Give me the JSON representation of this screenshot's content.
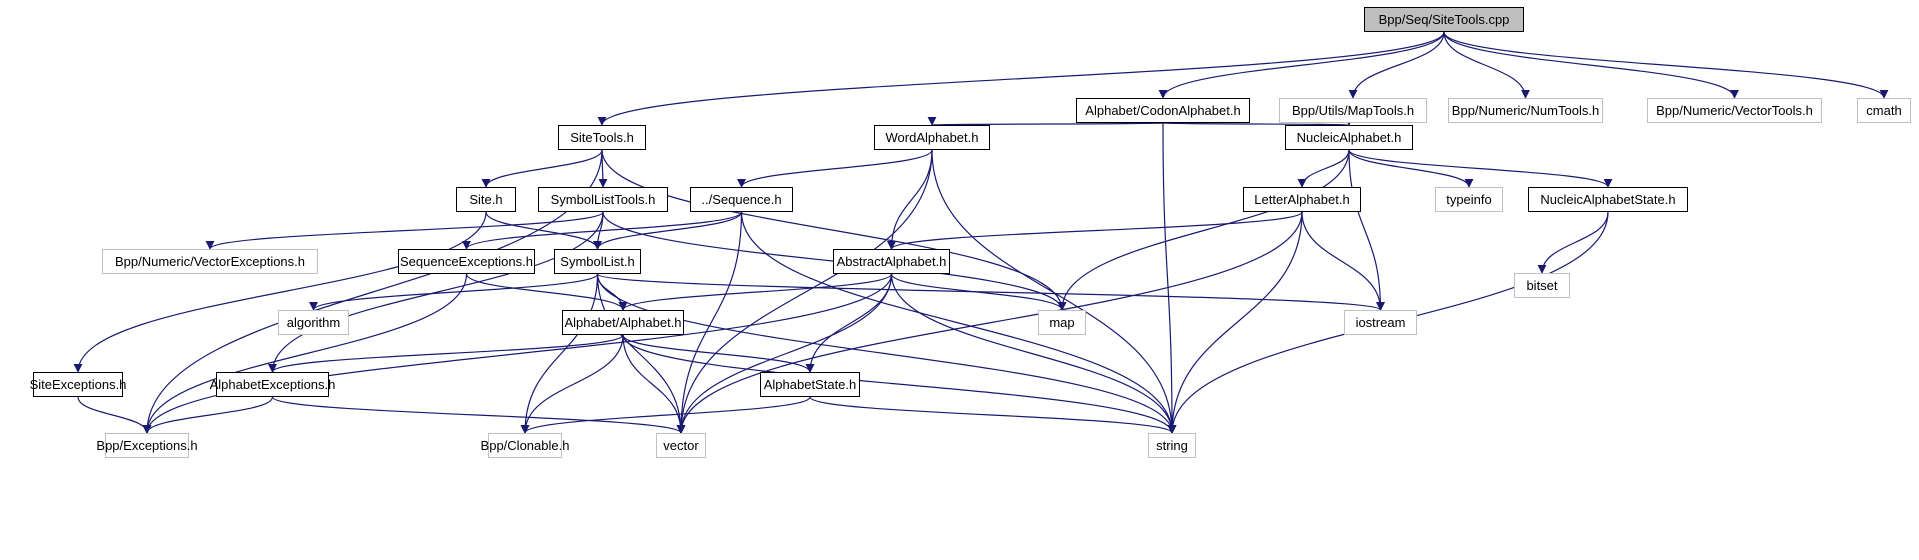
{
  "title": "Include dependency graph for Bpp/Seq/SiteTools.cpp",
  "colors": {
    "edge": "#191970",
    "root_fill": "#bfbfbf",
    "local_border": "#000000",
    "external_border": "#bfbfbf"
  },
  "nodes": [
    {
      "id": "root",
      "label": "Bpp/Seq/SiteTools.cpp",
      "kind": "root"
    },
    {
      "id": "codon",
      "label": "Alphabet/CodonAlphabet.h",
      "kind": "local"
    },
    {
      "id": "maptools",
      "label": "Bpp/Utils/MapTools.h",
      "kind": "external"
    },
    {
      "id": "numtools",
      "label": "Bpp/Numeric/NumTools.h",
      "kind": "external"
    },
    {
      "id": "vectortools",
      "label": "Bpp/Numeric/VectorTools.h",
      "kind": "external"
    },
    {
      "id": "cmath",
      "label": "cmath",
      "kind": "external"
    },
    {
      "id": "sitetools",
      "label": "SiteTools.h",
      "kind": "local"
    },
    {
      "id": "word",
      "label": "WordAlphabet.h",
      "kind": "local"
    },
    {
      "id": "nucleic",
      "label": "NucleicAlphabet.h",
      "kind": "local"
    },
    {
      "id": "site",
      "label": "Site.h",
      "kind": "local"
    },
    {
      "id": "symlisttools",
      "label": "SymbolListTools.h",
      "kind": "local"
    },
    {
      "id": "sequence",
      "label": "../Sequence.h",
      "kind": "local"
    },
    {
      "id": "letter",
      "label": "LetterAlphabet.h",
      "kind": "local"
    },
    {
      "id": "typeinfo",
      "label": "typeinfo",
      "kind": "external"
    },
    {
      "id": "nucstate",
      "label": "NucleicAlphabetState.h",
      "kind": "local"
    },
    {
      "id": "vecexc",
      "label": "Bpp/Numeric/VectorExceptions.h",
      "kind": "external"
    },
    {
      "id": "seqexc",
      "label": "SequenceExceptions.h",
      "kind": "local"
    },
    {
      "id": "symlist",
      "label": "SymbolList.h",
      "kind": "local"
    },
    {
      "id": "abstract",
      "label": "AbstractAlphabet.h",
      "kind": "local"
    },
    {
      "id": "bitset",
      "label": "bitset",
      "kind": "external"
    },
    {
      "id": "algorithm",
      "label": "algorithm",
      "kind": "external"
    },
    {
      "id": "alphabet",
      "label": "Alphabet/Alphabet.h",
      "kind": "local"
    },
    {
      "id": "map",
      "label": "map",
      "kind": "external"
    },
    {
      "id": "iostream",
      "label": "iostream",
      "kind": "external"
    },
    {
      "id": "siteexc",
      "label": "SiteExceptions.h",
      "kind": "local"
    },
    {
      "id": "alphexc",
      "label": "AlphabetExceptions.h",
      "kind": "local"
    },
    {
      "id": "alphstate",
      "label": "AlphabetState.h",
      "kind": "local"
    },
    {
      "id": "exceptions",
      "label": "Bpp/Exceptions.h",
      "kind": "external"
    },
    {
      "id": "clonable",
      "label": "Bpp/Clonable.h",
      "kind": "external"
    },
    {
      "id": "vector",
      "label": "vector",
      "kind": "external"
    },
    {
      "id": "string",
      "label": "string",
      "kind": "external"
    }
  ],
  "edges": [
    [
      "root",
      "sitetools"
    ],
    [
      "root",
      "codon"
    ],
    [
      "root",
      "maptools"
    ],
    [
      "root",
      "numtools"
    ],
    [
      "root",
      "vectortools"
    ],
    [
      "root",
      "cmath"
    ],
    [
      "codon",
      "word"
    ],
    [
      "codon",
      "nucleic"
    ],
    [
      "codon",
      "string"
    ],
    [
      "sitetools",
      "site"
    ],
    [
      "sitetools",
      "symlisttools"
    ],
    [
      "sitetools",
      "map"
    ],
    [
      "sitetools",
      "exceptions"
    ],
    [
      "word",
      "sequence"
    ],
    [
      "word",
      "abstract"
    ],
    [
      "word",
      "vector"
    ],
    [
      "word",
      "string"
    ],
    [
      "nucleic",
      "letter"
    ],
    [
      "nucleic",
      "typeinfo"
    ],
    [
      "nucleic",
      "nucstate"
    ],
    [
      "nucleic",
      "map"
    ],
    [
      "nucleic",
      "iostream"
    ],
    [
      "site",
      "symlist"
    ],
    [
      "site",
      "siteexc"
    ],
    [
      "symlisttools",
      "vecexc"
    ],
    [
      "symlisttools",
      "symlist"
    ],
    [
      "symlisttools",
      "map"
    ],
    [
      "symlisttools",
      "alphexc"
    ],
    [
      "sequence",
      "seqexc"
    ],
    [
      "sequence",
      "symlist"
    ],
    [
      "sequence",
      "vector"
    ],
    [
      "sequence",
      "string"
    ],
    [
      "letter",
      "abstract"
    ],
    [
      "letter",
      "iostream"
    ],
    [
      "letter",
      "string"
    ],
    [
      "letter",
      "vector"
    ],
    [
      "nucstate",
      "bitset"
    ],
    [
      "nucstate",
      "string"
    ],
    [
      "seqexc",
      "alphabet"
    ],
    [
      "seqexc",
      "exceptions"
    ],
    [
      "symlist",
      "algorithm"
    ],
    [
      "symlist",
      "alphabet"
    ],
    [
      "symlist",
      "iostream"
    ],
    [
      "symlist",
      "clonable"
    ],
    [
      "symlist",
      "vector"
    ],
    [
      "symlist",
      "string"
    ],
    [
      "abstract",
      "alphabet"
    ],
    [
      "abstract",
      "alphstate"
    ],
    [
      "abstract",
      "map"
    ],
    [
      "abstract",
      "string"
    ],
    [
      "abstract",
      "vector"
    ],
    [
      "abstract",
      "exceptions"
    ],
    [
      "alphabet",
      "alphexc"
    ],
    [
      "alphabet",
      "alphstate"
    ],
    [
      "alphabet",
      "clonable"
    ],
    [
      "alphabet",
      "vector"
    ],
    [
      "alphabet",
      "string"
    ],
    [
      "siteexc",
      "exceptions"
    ],
    [
      "alphexc",
      "exceptions"
    ],
    [
      "alphexc",
      "vector"
    ],
    [
      "alphstate",
      "clonable"
    ],
    [
      "alphstate",
      "string"
    ]
  ]
}
